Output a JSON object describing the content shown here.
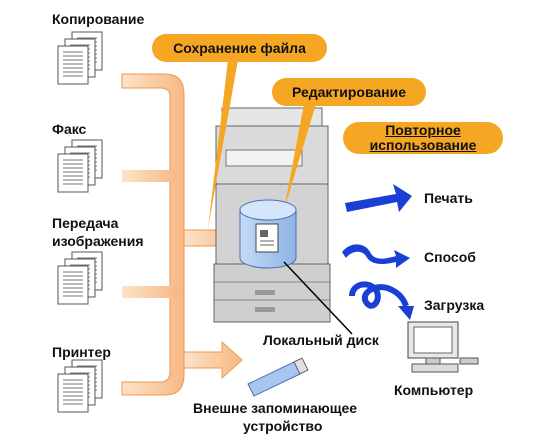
{
  "sources": {
    "copy": "Копирование",
    "fax": "Факс",
    "image_send_line1": "Передача",
    "image_send_line2": "изображения",
    "printer": "Принтер"
  },
  "callouts": {
    "save_file": "Сохранение файла",
    "edit": "Редактирование",
    "reuse_line1": "Повторное",
    "reuse_line2": "использование"
  },
  "outputs": {
    "print": "Печать",
    "method": "Способ",
    "download": "Загрузка"
  },
  "devices": {
    "local_disk": "Локальный диск",
    "computer": "Компьютер",
    "external_line1": "Внешне запоминающее",
    "external_line2": "устройство"
  },
  "colors": {
    "callout": "#f5a623",
    "flow_arrow": "#f7c99a",
    "output_arrow": "#1a3fd6",
    "disk": "#a8c6f0"
  }
}
